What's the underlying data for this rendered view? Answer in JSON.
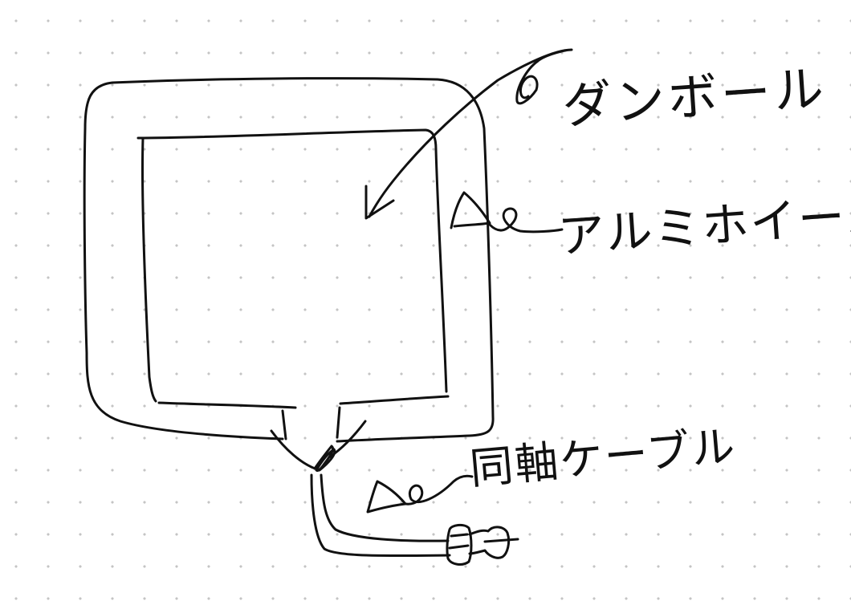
{
  "labels": {
    "cardboard": "ダンボール",
    "aluminum_foil": "アルミホイール",
    "coax_cable": "同軸ケーブル"
  },
  "colors": {
    "background": "#ffffff",
    "grid_dot": "#c4c4c4",
    "ink": "#111111"
  }
}
